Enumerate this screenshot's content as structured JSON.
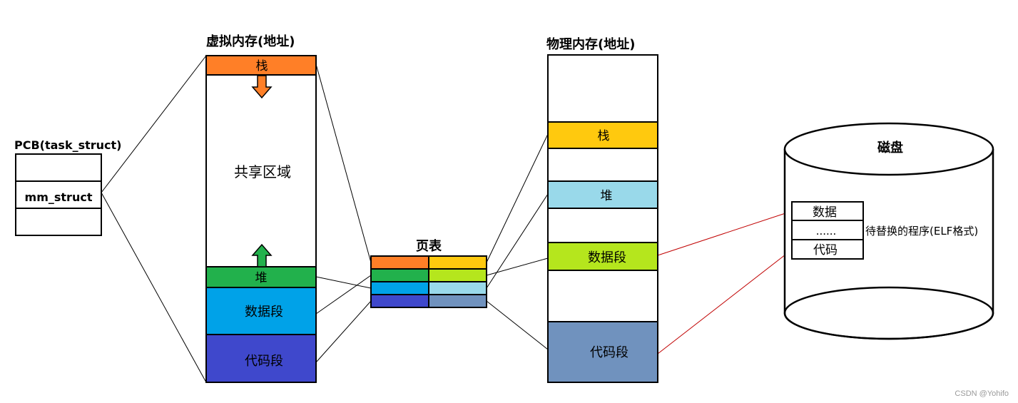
{
  "pcb": {
    "title": "PCB(task_struct)",
    "field": "mm_struct"
  },
  "virtual_memory": {
    "title": "虚拟内存(地址)",
    "stack": "栈",
    "shared": "共享区域",
    "heap": "堆",
    "data": "数据段",
    "code": "代码段"
  },
  "page_table": {
    "title": "页表"
  },
  "physical_memory": {
    "title": "物理内存(地址)",
    "stack": "栈",
    "heap": "堆",
    "data": "数据段",
    "code": "代码段"
  },
  "disk": {
    "title": "磁盘",
    "data": "数据",
    "ellipsis": "......",
    "code": "代码",
    "program_label": "待替换的程序(ELF格式)"
  },
  "watermark": "CSDN @Yohifo",
  "colors": {
    "stack_orange": "#FF7F27",
    "heap_green": "#22B14C",
    "data_blue": "#00A2E8",
    "code_indigo": "#3F48CC",
    "phys_stack_yellow": "#FFC90E",
    "phys_heap_lightblue": "#99D9EA",
    "phys_data_lime": "#B5E61D",
    "phys_code_steel": "#7092BE",
    "disk_link_red": "#C00000"
  }
}
